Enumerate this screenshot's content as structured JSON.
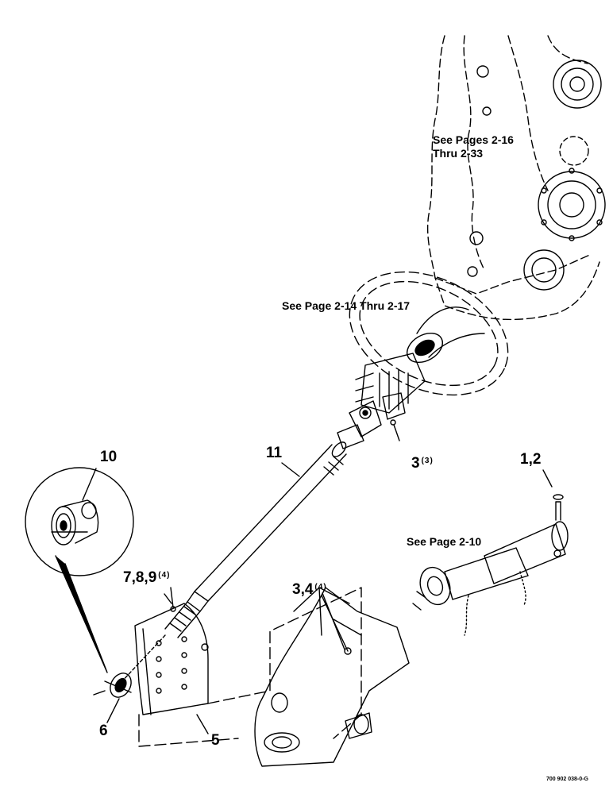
{
  "references": {
    "pages_2_16_line1": "See Pages 2-16",
    "pages_2_16_line2": "Thru 2-33",
    "page_2_14": "See Page 2-14 Thru 2-17",
    "page_2_10": "See Page 2-10"
  },
  "callouts": {
    "c10": "10",
    "c11": "11",
    "c3": "3",
    "c3_qty": "(3)",
    "c1_2": "1,2",
    "c7_8_9": "7,8,9",
    "c7_8_9_qty": "(4)",
    "c3_4": "3,4",
    "c3_4_qty": "(4)",
    "c6": "6",
    "c5": "5"
  },
  "figure_number": "700 902 038-0-G",
  "colors": {
    "ink": "#000000",
    "paper": "#ffffff"
  }
}
